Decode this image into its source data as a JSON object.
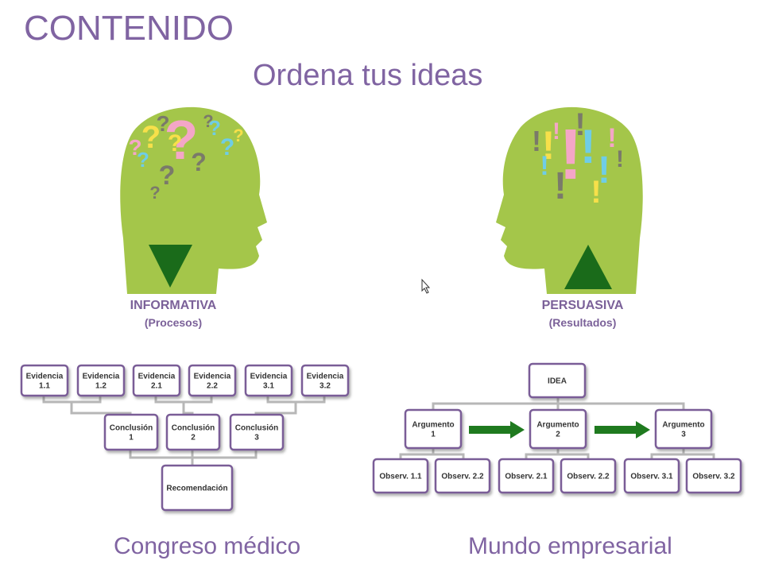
{
  "slide": {
    "title": "CONTENIDO",
    "subtitle": "Ordena tus ideas"
  },
  "heads": {
    "left": {
      "label": "INFORMATIVA",
      "sublabel": "(Procesos)",
      "symbol": "?"
    },
    "right": {
      "label": "PERSUASIVA",
      "sublabel": "(Resultados)",
      "symbol": "!"
    }
  },
  "left_diagram": {
    "evidences": [
      [
        "Evidencia",
        "1.1"
      ],
      [
        "Evidencia",
        "1.2"
      ],
      [
        "Evidencia",
        "2.1"
      ],
      [
        "Evidencia",
        "2.2"
      ],
      [
        "Evidencia",
        "3.1"
      ],
      [
        "Evidencia",
        "3.2"
      ]
    ],
    "conclusions": [
      [
        "Conclusión",
        "1"
      ],
      [
        "Conclusión",
        "2"
      ],
      [
        "Conclusión",
        "3"
      ]
    ],
    "recommendation": "Recomendación",
    "caption": "Congreso médico"
  },
  "right_diagram": {
    "idea": "IDEA",
    "arguments": [
      [
        "Argumento",
        "1"
      ],
      [
        "Argumento",
        "2"
      ],
      [
        "Argumento",
        "3"
      ]
    ],
    "observations": [
      "Observ. 1.1",
      "Observ. 2.2",
      "Observ. 2.1",
      "Observ. 2.2",
      "Observ. 3.1",
      "Observ. 3.2"
    ],
    "caption": "Mundo empresarial"
  },
  "colors": {
    "accent": "#8064a2",
    "head_green": "#a4c64a",
    "triangle_green": "#1a6b1a",
    "arrow_green": "#1f7a1f",
    "node_border": "#7a5d97",
    "pink": "#f4a6c7",
    "yellow": "#f7e04a",
    "cyan": "#6fcde6",
    "gray": "#7a7a6a"
  }
}
